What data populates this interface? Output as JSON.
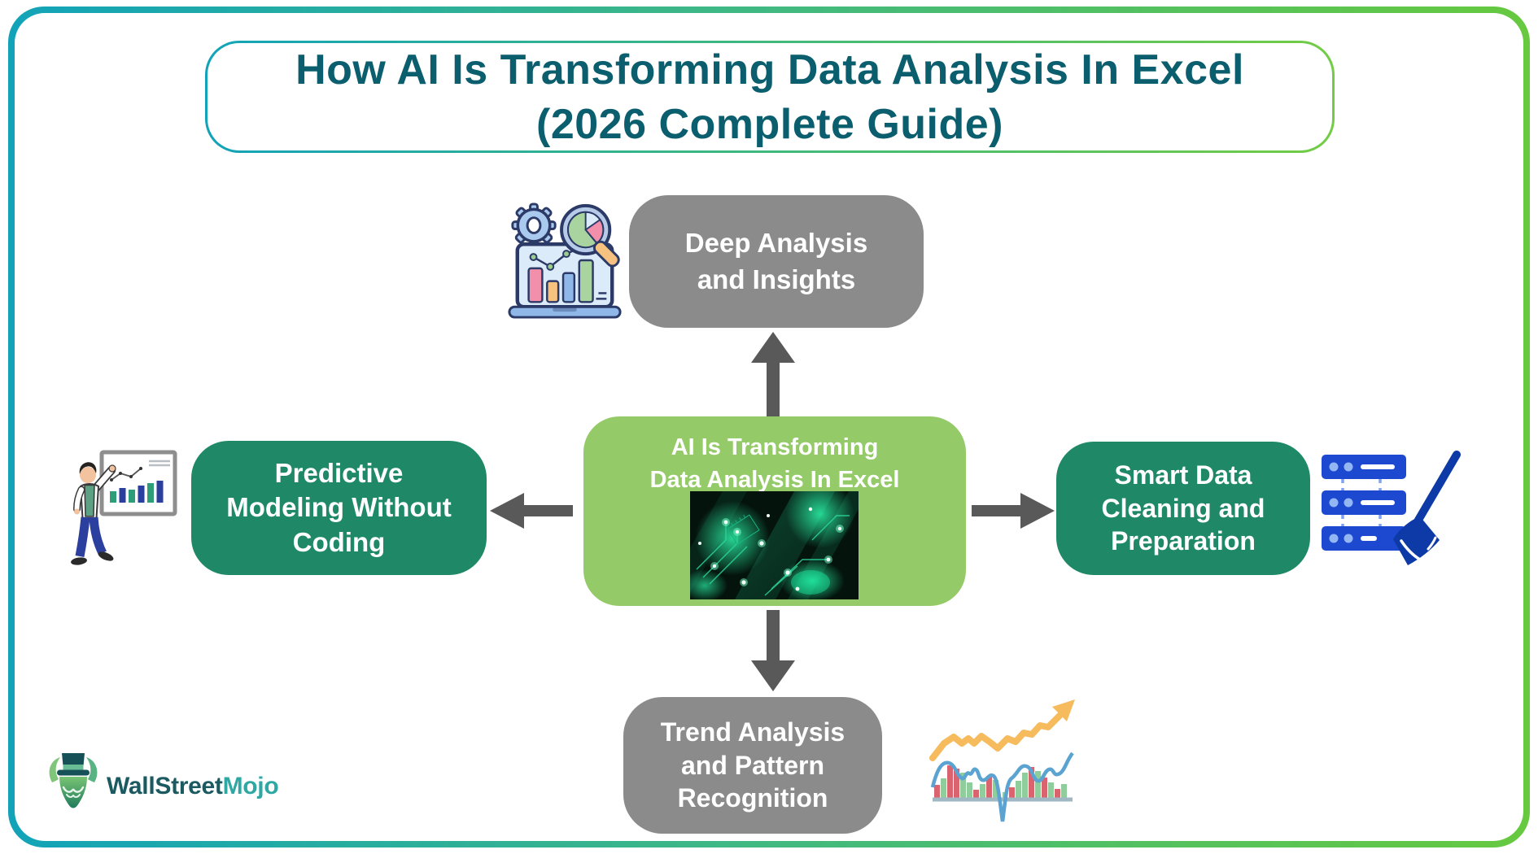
{
  "header": {
    "title_line1": "How AI Is Transforming Data Analysis In Excel",
    "title_line2": "(2026 Complete Guide)"
  },
  "center_node": {
    "line1": "AI Is Transforming",
    "line2": "Data Analysis In Excel",
    "image": "green-circuit-board-photo"
  },
  "nodes": {
    "top": {
      "lines": [
        "Deep Analysis",
        "and Insights"
      ],
      "icon": "laptop-analytics-magnifier-icon",
      "color": "#8B8B8B"
    },
    "left": {
      "lines": [
        "Predictive",
        "Modeling Without",
        "Coding"
      ],
      "icon": "presenter-chart-icon",
      "color": "#1F8967"
    },
    "right": {
      "lines": [
        "Smart Data",
        "Cleaning and",
        "Preparation"
      ],
      "icon": "server-broom-icon",
      "color": "#1F8967"
    },
    "bottom": {
      "lines": [
        "Trend Analysis",
        "and Pattern",
        "Recognition"
      ],
      "icon": "trend-chart-icon",
      "color": "#8B8B8B"
    }
  },
  "branding": {
    "name_part1": "WallStreet",
    "name_part2": "Mojo",
    "logo_icon": "bull-tophat-logo"
  },
  "colors": {
    "frame_gradient_start": "#12A3B8",
    "frame_gradient_end": "#66C93F",
    "title_text": "#0B5E6D",
    "center_box_green": "#95CA69",
    "dark_green_box": "#1F8967",
    "gray_box": "#8B8B8B",
    "arrow_gray": "#595959",
    "brand_dark_teal": "#1B5A60",
    "brand_light_teal": "#2FA8A4"
  }
}
